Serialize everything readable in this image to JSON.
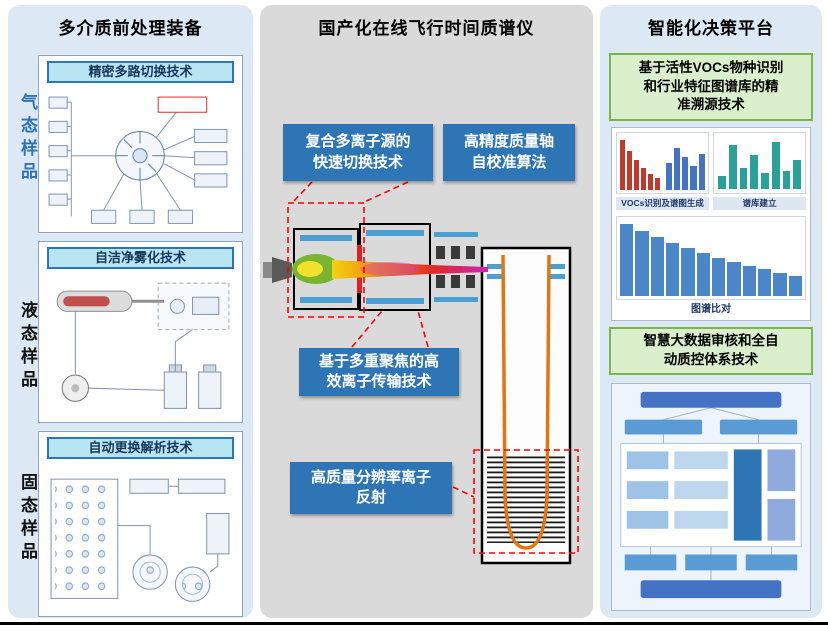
{
  "left_panel": {
    "title": "多介质前处理装备",
    "sections": [
      {
        "side_label": "气态样品",
        "tech_title": "精密多路切换技术"
      },
      {
        "side_label": "液态样品",
        "tech_title": "自洁净雾化技术"
      },
      {
        "side_label": "固态样品",
        "tech_title": "自动更换解析技术"
      }
    ]
  },
  "middle_panel": {
    "title": "国产化在线飞行时间质谱仪",
    "tags": {
      "ion_source": "复合多离子源的快速切换技术",
      "mass_axis": "高精度质量轴自校准算法",
      "transmission": "基于多重聚焦的高效离子传输技术",
      "reflection": "高质量分辨率离子反射"
    }
  },
  "right_panel": {
    "title": "智能化决策平台",
    "tracing_box_title": "基于活性VOCs物种识别和行业特征图谱库的精准溯源技术",
    "captions": {
      "vocs": "VOCs识别及谱图生成",
      "library": "谱库建立",
      "compare": "图谱比对"
    },
    "qc_box_title": "智慧大数据审核和全自动质控体系技术",
    "mini_charts": {
      "vocs_red_bars": [
        0.92,
        0.72,
        0.55,
        0.4,
        0.3,
        0.22
      ],
      "vocs_blue_bars": [
        0.5,
        0.78,
        0.62,
        0.45,
        0.66
      ],
      "library_peaks": [
        0.25,
        0.85,
        0.4,
        0.65,
        0.3,
        0.9,
        0.35,
        0.55
      ],
      "compare_bars": [
        0.95,
        0.85,
        0.78,
        0.7,
        0.63,
        0.57,
        0.5,
        0.45,
        0.4,
        0.35,
        0.3,
        0.26
      ]
    }
  },
  "colors": {
    "panel_blue_bg": "#dce9f5",
    "panel_gray_bg": "#dadada",
    "tag_blue": "#2e75b6",
    "tech_bar_bg": "#b9e4f2",
    "green_box_bg": "#daefcb",
    "green_box_border": "#7ab648",
    "dashed_red": "#ff0000",
    "flight_path_orange": "#e8730c"
  }
}
